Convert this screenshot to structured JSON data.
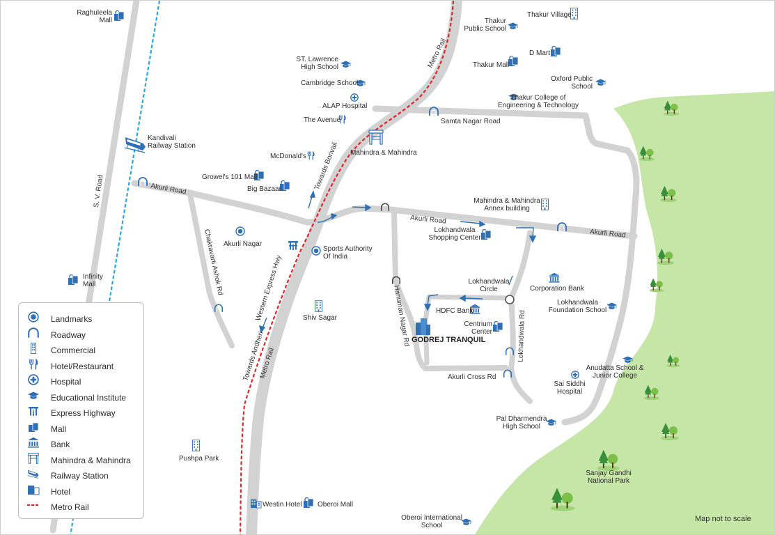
{
  "colors": {
    "road": "#d2d2d2",
    "icon_blue": "#2f6fb3",
    "metro_red": "#e0262b",
    "rail_blue": "#29a8e0",
    "park_green": "#c5e6a6",
    "tree_dark": "#3a8f3a",
    "tree_light": "#7cc04a"
  },
  "places": {
    "raghuleela_mall": "Raghuleela\nMall",
    "thakur_village": "Thakur Village",
    "thakur_public_school": "Thakur\nPublic School",
    "d_mart": "D Mart",
    "thakur_mall": "Thakur Mall",
    "oxford_public_school": "Oxford Public\nSchool",
    "thakur_college": "Thakur College of\nEngineering & Technology",
    "st_lawrence": "ST. Lawrence\nHigh School",
    "cambridge_school": "Cambridge School",
    "alap_hospital": "ALAP Hospital",
    "the_avenue": "The Avenue",
    "mahindra_mahindra": "Mahindra & Mahindra",
    "mcdonalds": "McDonald's",
    "growels_mall": "Growel's 101 Mall",
    "big_bazaar": "Big Bazaar",
    "kandivali_station": "Kandivali\nRailway Station",
    "akurli_nagar": "Akurli Nagar",
    "sports_authority": "Sports Authority\nOf India",
    "mm_annex": "Mahindra & Mahindra\nAnnex building",
    "lokhandwala_shopping": "Lokhandwala\nShopping Center",
    "lokhandwala_circle": "Lokhandwala\nCircle",
    "corporation_bank": "Corporation Bank",
    "lokhandwala_foundation": "Lokhandwala\nFoundation School",
    "hdfc_bank": "HDFC Bank",
    "centrium_center": "Centrium\nCenter",
    "godrej_tranquil": "GODREJ TRANQUIL",
    "infinity_mall": "Infinity\nMall",
    "shiv_sagar": "Shiv Sagar",
    "anudatta_school": "Anudatta School &\nJunior College",
    "sai_siddhi": "Sai Siddhi\nHospital",
    "pal_dharmendra": "Pal Dharmendra\nHigh School",
    "sanjay_gandhi": "Sanjay Gandhi\nNational Park",
    "pushpa_park": "Pushpa Park",
    "westin_hotel": "Westin Hotel",
    "oberoi_mall": "Oberoi Mall",
    "oberoi_school": "Oberoi International\nSchool"
  },
  "roads": {
    "sv_road": "S. V. Road",
    "akurli_road_w": "Akurli Road",
    "akurli_road_c": "Akurli Road",
    "akurli_road_e": "Akurli Road",
    "samta_nagar": "Samta Nagar Road",
    "metro_rail_n": "Metro Rail",
    "metro_rail_s": "Metro Rail",
    "towards_borivali": "Towards Borivali",
    "towards_andheri": "Towards Andheri",
    "western_express": "Western Express Hwy",
    "chakravarti": "Chakravarti Ashok Rd",
    "hanuman_nagar": "Hanuman Nagar Rd",
    "lokhandwala_rd": "Lokhandwala Rd",
    "akurli_cross": "Akurli Cross Rd"
  },
  "legend": [
    {
      "icon": "landmark-icon",
      "label": "Landmarks"
    },
    {
      "icon": "roadway-icon",
      "label": "Roadway"
    },
    {
      "icon": "commercial-icon",
      "label": "Commercial"
    },
    {
      "icon": "hotel-restaurant-icon",
      "label": "Hotel/Restaurant"
    },
    {
      "icon": "hospital-icon",
      "label": "Hospital"
    },
    {
      "icon": "educational-institute-icon",
      "label": "Educational Institute"
    },
    {
      "icon": "express-highway-icon",
      "label": "Express Highway"
    },
    {
      "icon": "mall-icon",
      "label": "Mall"
    },
    {
      "icon": "bank-icon",
      "label": "Bank"
    },
    {
      "icon": "mahindra-gate-icon",
      "label": "Mahindra & Mahindra"
    },
    {
      "icon": "railway-station-icon",
      "label": "Railway Station"
    },
    {
      "icon": "hotel-icon",
      "label": "Hotel"
    },
    {
      "icon": "metro-rail-line-icon",
      "label": "Metro Rail"
    }
  ],
  "note": "Map not to scale"
}
